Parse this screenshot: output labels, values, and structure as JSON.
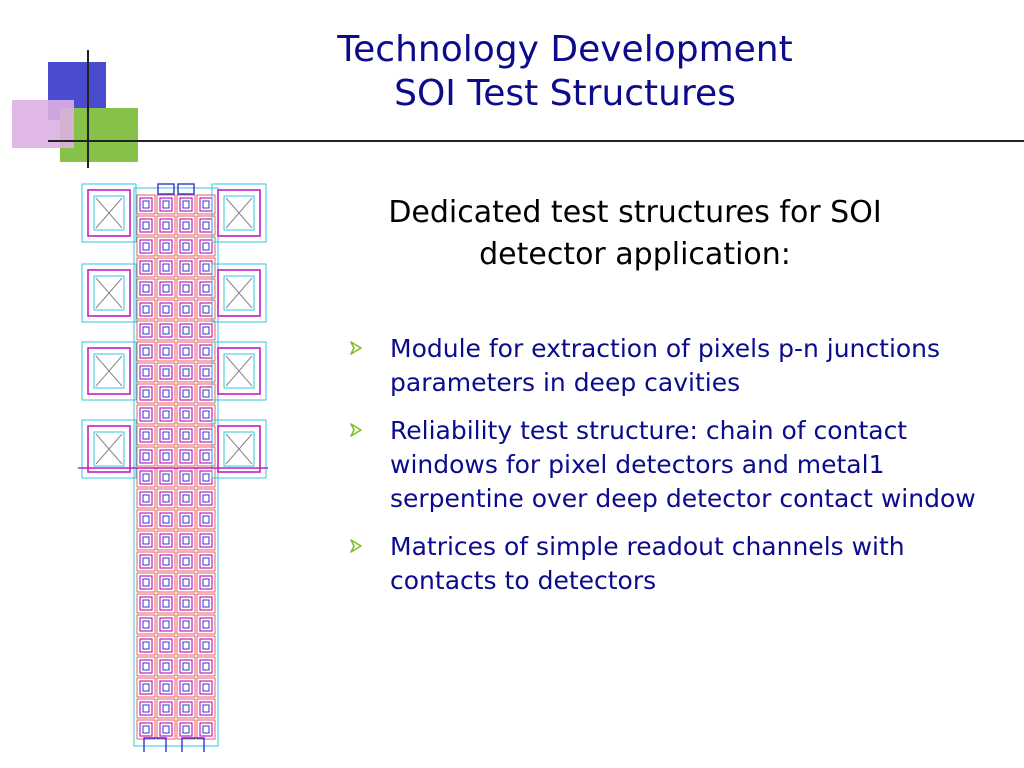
{
  "slide": {
    "title_lines": [
      "Technology Development",
      "SOI Test Structures"
    ],
    "subtitle_lines": [
      "Dedicated test structures for SOI",
      "detector application:"
    ],
    "bullets": [
      "Module for extraction of pixels p-n junctions parameters in deep cavities",
      "Reliability test structure: chain of contact windows for pixel detectors and metal1 serpentine over deep detector contact window",
      "Matrices of simple readout channels with contacts to detectors"
    ]
  },
  "colors": {
    "title": "#0b0b8c",
    "bullet_text": "#0b0b8c",
    "bullet_arrow": "#7fbf1f",
    "deco_blue": "#4b4bcf",
    "deco_green": "#7fbf3f",
    "deco_pink": "#d9a8df",
    "layout_cyan": "#33c6e0",
    "layout_magenta": "#c21ec2",
    "layout_red": "#e03a3a",
    "layout_blue": "#3434c8"
  },
  "icons": {
    "bullet": "arrow-bullet-icon"
  }
}
